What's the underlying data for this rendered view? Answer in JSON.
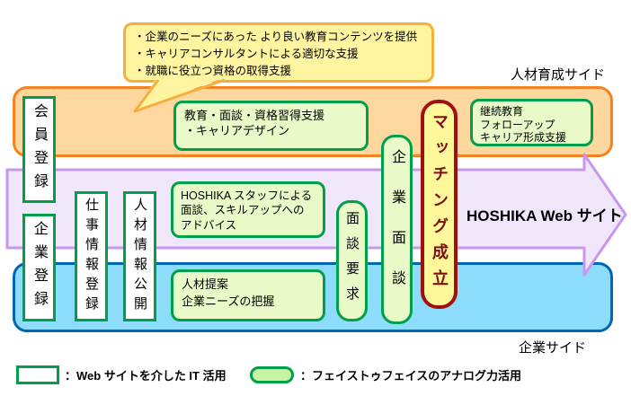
{
  "diagram": {
    "callout": {
      "lines": [
        "・企業のニーズにあった より良い教育コンテンツを提供",
        "・キャリアコンサルタントによる適切な支援",
        "・就職に役立つ資格の取得支援"
      ]
    },
    "sides": {
      "training": "人材育成サイド",
      "company": "企業サイド"
    },
    "arrow_label": "HOSHIKA Web サイト",
    "steps": {
      "member_registration": "会員登録",
      "company_registration": "企業登録",
      "job_info_registration": "仕事情報登録",
      "hr_info_publication": "人材情報公開",
      "interview_request": "面談要求",
      "company_interview": "企業面談",
      "matching": "マッチング成立"
    },
    "supports": {
      "education": {
        "lines": [
          "教育・面談・資格習得支援",
          "・キャリアデザイン"
        ]
      },
      "continuing": {
        "lines": [
          "継続教育",
          "フォローアップ",
          "キャリア形成支援"
        ]
      },
      "staff": {
        "lines": [
          "HOSHIKA スタッフによる",
          "面談、スキルアップへの",
          "アドバイス"
        ]
      },
      "proposal": {
        "lines": [
          "人材提案",
          "企業ニーズの把握"
        ]
      }
    },
    "legend": {
      "it": "：Web サイトを介した IT 活用",
      "analog": "：フェイストゥフェイスのアナログ力活用"
    },
    "colors": {
      "orange_band_fill": "#FDD79E",
      "orange_band_border": "#F58220",
      "callout_fill": "#FFF4A0",
      "callout_border": "#F4AF3D",
      "arrow_fill": "#F0E6FA",
      "arrow_border": "#C897EC",
      "blue_band_fill": "#8EDCFB",
      "blue_band_border": "#0066B3",
      "green_border": "#00A04A",
      "analog_fill": "#E9F9C8",
      "it_fill": "#FFFFFF",
      "match_fill": "#FFF89B",
      "match_border": "#9E1111",
      "match_text": "#7C1114",
      "legend_pill_fill": "#C9F1A2"
    }
  }
}
